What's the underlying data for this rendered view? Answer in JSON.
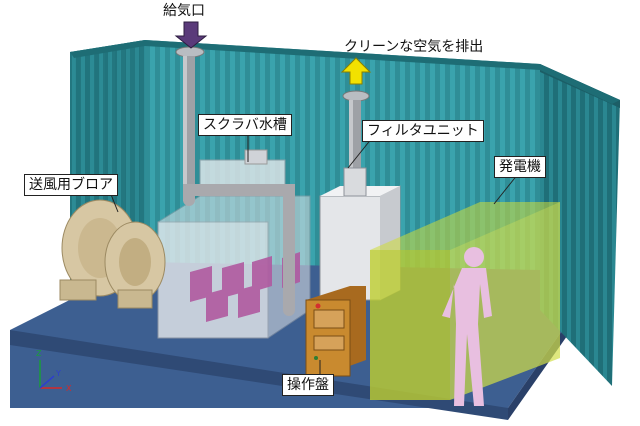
{
  "labels": {
    "intake": "給気口",
    "exhaust": "クリーンな空気を排出",
    "scrubber": "スクラバ水槽",
    "filter": "フィルタユニット",
    "generator": "発電機",
    "blower": "送風用ブロア",
    "panel": "操作盤"
  },
  "axes": {
    "z": "Z",
    "y": "Y",
    "x": "X"
  },
  "colors": {
    "container": "#2f8e97",
    "base": "#3d5f91",
    "intake_arrow": "#5a3a7a",
    "exhaust_arrow": "#f2e100",
    "generator": "#cddc39",
    "panel": "#c98a2f",
    "pipe": "#a9a9ad",
    "tank": "#dfe2e6",
    "sponge": "#b05aa0",
    "blower": "#d7c7a3",
    "person": "#e8bfe0"
  },
  "icons": [
    "intake-arrow-icon",
    "exhaust-arrow-icon",
    "person-silhouette-icon",
    "axis-triad-icon"
  ]
}
